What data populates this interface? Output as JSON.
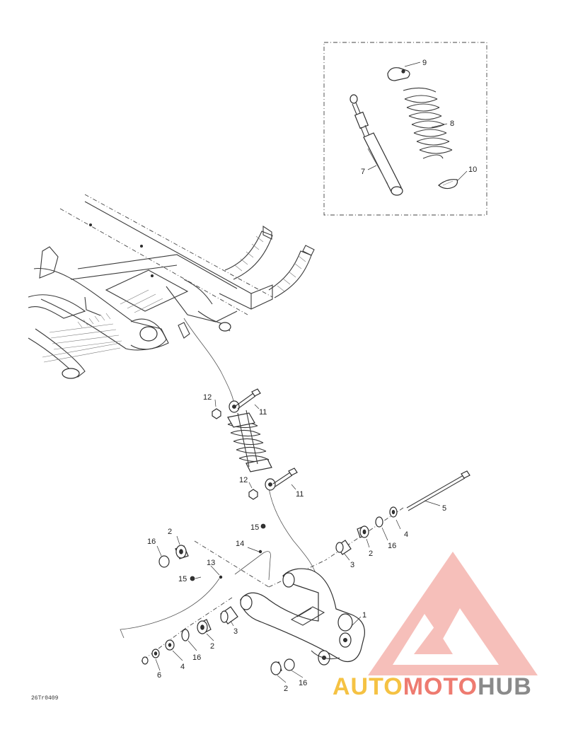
{
  "diagram": {
    "reference_code": "26Tr0409",
    "callouts": [
      {
        "id": "c1",
        "label": "1"
      },
      {
        "id": "c2a",
        "label": "2"
      },
      {
        "id": "c2b",
        "label": "2"
      },
      {
        "id": "c2c",
        "label": "2"
      },
      {
        "id": "c2d",
        "label": "2"
      },
      {
        "id": "c3a",
        "label": "3"
      },
      {
        "id": "c3b",
        "label": "3"
      },
      {
        "id": "c4a",
        "label": "4"
      },
      {
        "id": "c4b",
        "label": "4"
      },
      {
        "id": "c5",
        "label": "5"
      },
      {
        "id": "c6",
        "label": "6"
      },
      {
        "id": "c7",
        "label": "7"
      },
      {
        "id": "c8",
        "label": "8"
      },
      {
        "id": "c9",
        "label": "9"
      },
      {
        "id": "c10",
        "label": "10"
      },
      {
        "id": "c11a",
        "label": "11"
      },
      {
        "id": "c11b",
        "label": "11"
      },
      {
        "id": "c12a",
        "label": "12"
      },
      {
        "id": "c12b",
        "label": "12"
      },
      {
        "id": "c13",
        "label": "13"
      },
      {
        "id": "c14",
        "label": "14"
      },
      {
        "id": "c15a",
        "label": "15"
      },
      {
        "id": "c15b",
        "label": "15"
      },
      {
        "id": "c16a",
        "label": "16"
      },
      {
        "id": "c16b",
        "label": "16"
      },
      {
        "id": "c16c",
        "label": "16"
      },
      {
        "id": "c16d",
        "label": "16"
      }
    ]
  },
  "watermark": {
    "part1": "AUTO",
    "part2": "MOTO",
    "part3": "HUB",
    "colors": {
      "primary": "#f5c243",
      "accent": "#ee7b70",
      "neutral": "#8a8a8a"
    }
  }
}
